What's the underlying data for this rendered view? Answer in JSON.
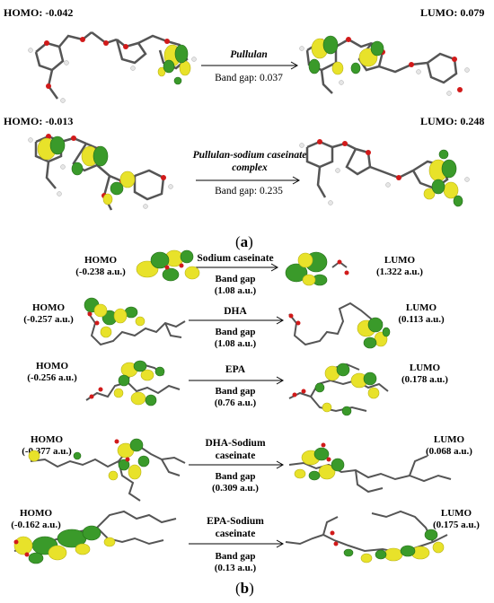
{
  "panel_a": {
    "label": "a",
    "rows": [
      {
        "homo": "HOMO: -0.042",
        "lumo": "LUMO: 0.079",
        "compound": "Pullulan",
        "gap": "Band gap: 0.037"
      },
      {
        "homo": "HOMO: -0.013",
        "lumo": "LUMO: 0.248",
        "compound": "Pullulan-sodium caseinate complex",
        "gap": "Band gap: 0.235"
      }
    ]
  },
  "panel_b": {
    "label": "b",
    "rows": [
      {
        "homo": "HOMO",
        "homo_val": "(-0.238 a.u.)",
        "lumo": "LUMO",
        "lumo_val": "(1.322 a.u.)",
        "compound": "Sodium caseinate",
        "gap": "Band gap",
        "gap_val": "(1.08 a.u.)"
      },
      {
        "homo": "HOMO",
        "homo_val": "(-0.257 a.u.)",
        "lumo": "LUMO",
        "lumo_val": "(0.113 a.u.)",
        "compound": "DHA",
        "gap": "Band gap",
        "gap_val": "(1.08 a.u.)"
      },
      {
        "homo": "HOMO",
        "homo_val": "(-0.256 a.u.)",
        "lumo": "LUMO",
        "lumo_val": "(0.178 a.u.)",
        "compound": "EPA",
        "gap": "Band gap",
        "gap_val": "(0.76 a.u.)"
      },
      {
        "homo": "HOMO",
        "homo_val": "(-0.377 a.u.)",
        "lumo": "LUMO",
        "lumo_val": "(0.068 a.u.)",
        "compound": "DHA-Sodium caseinate",
        "gap": "Band gap",
        "gap_val": "(0.309 a.u.)"
      },
      {
        "homo": "HOMO",
        "homo_val": "(-0.162 a.u.)",
        "lumo": "LUMO",
        "lumo_val": "(0.175 a.u.)",
        "compound": "EPA-Sodium caseinate",
        "gap": "Band gap",
        "gap_val": "(0.13 a.u.)"
      }
    ]
  },
  "colors": {
    "orbital_positive": "#e8e22a",
    "orbital_negative": "#3a9a2a",
    "bond": "#555555",
    "oxygen": "#d11a1a",
    "hydrogen": "#e6e6e6"
  }
}
